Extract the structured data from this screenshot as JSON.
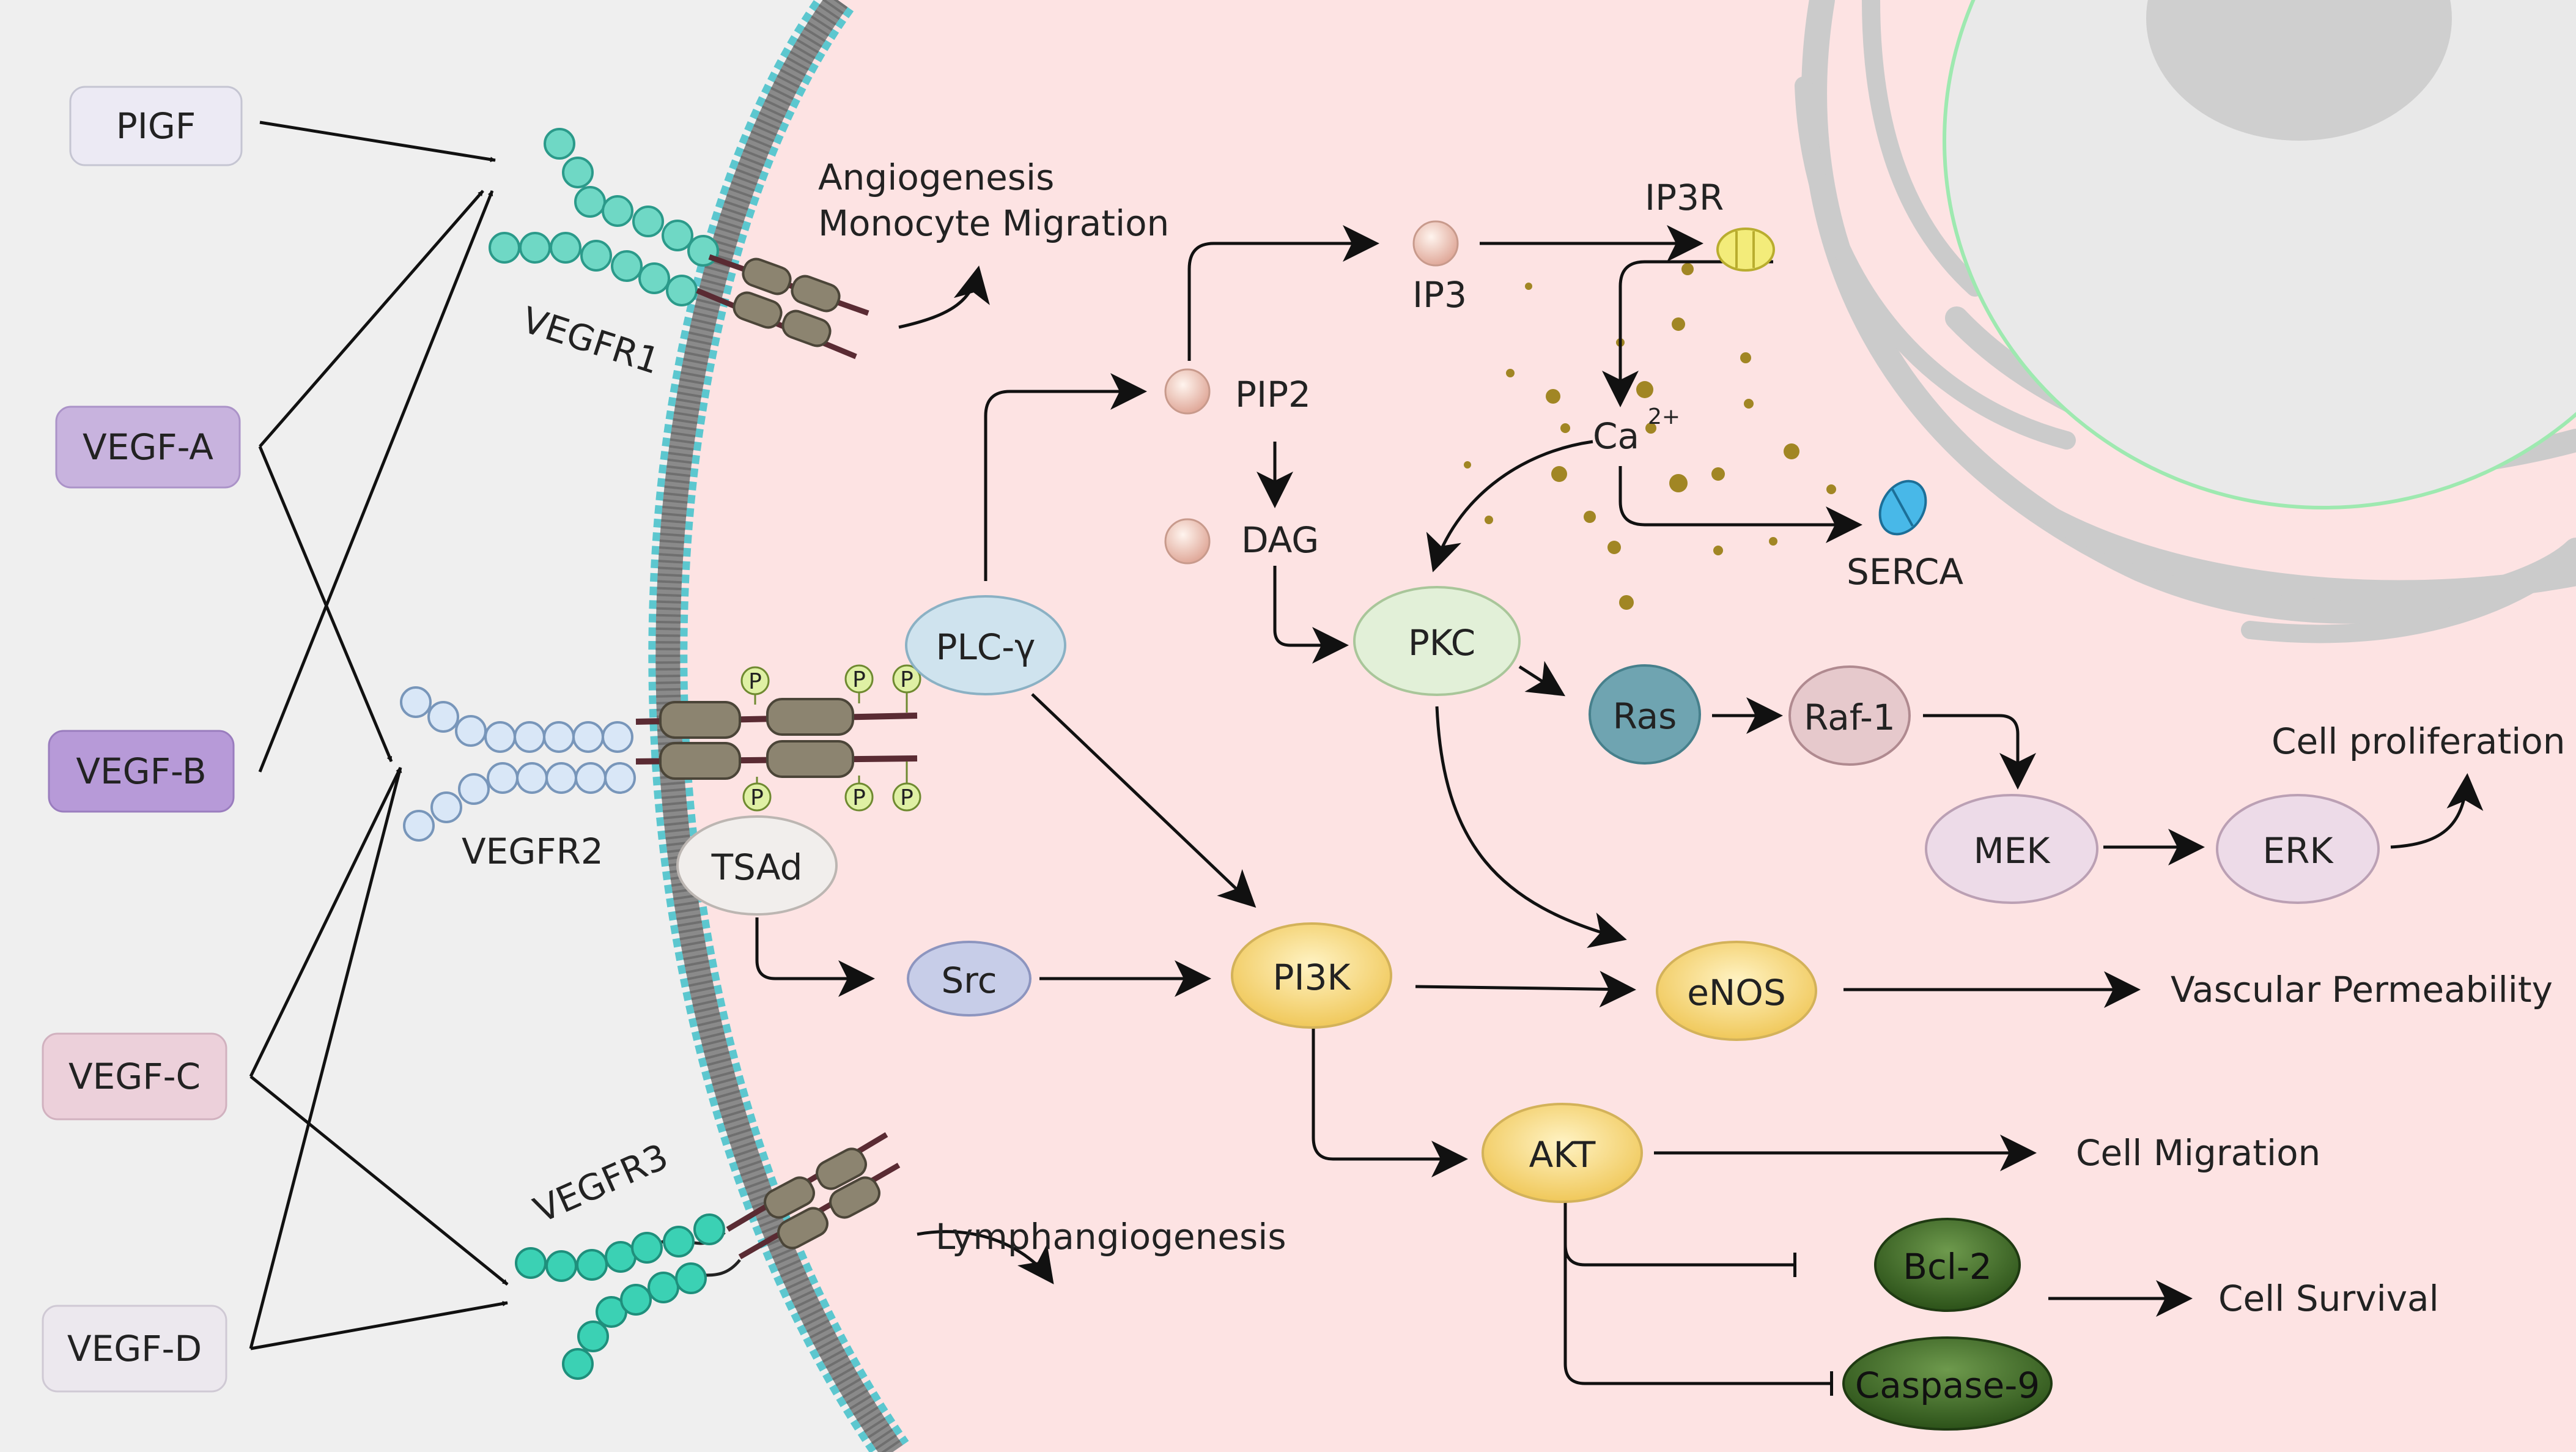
{
  "ligands": [
    {
      "id": "pigf",
      "label": "PIGF",
      "fill": "#eceaf4"
    },
    {
      "id": "vegfa",
      "label": "VEGF-A",
      "fill": "#c8b3de"
    },
    {
      "id": "vegfb",
      "label": "VEGF-B",
      "fill": "#b79ad8"
    },
    {
      "id": "vegfc",
      "label": "VEGF-C",
      "fill": "#ecd0da"
    },
    {
      "id": "vegfd",
      "label": "VEGF-D",
      "fill": "#ece8ee"
    }
  ],
  "receptors": {
    "vegfr1": "VEGFR1",
    "vegfr2": "VEGFR2",
    "vegfr3": "VEGFR3",
    "phospho": "P"
  },
  "nodes": {
    "plcg": "PLC-γ",
    "tsad": "TSAd",
    "src": "Src",
    "pi3k": "PI3K",
    "pip2": "PIP2",
    "dag": "DAG",
    "ip3": "IP3",
    "ip3r": "IP3R",
    "ca": "Ca",
    "ca_sup": "2+",
    "serca": "SERCA",
    "pkc": "PKC",
    "ras": "Ras",
    "raf1": "Raf-1",
    "mek": "MEK",
    "erk": "ERK",
    "enos": "eNOS",
    "akt": "AKT",
    "bcl2": "Bcl-2",
    "casp9": "Caspase-9"
  },
  "outcomes": {
    "angio1": "Angiogenesis",
    "angio2": "Monocyte Migration",
    "lymph": "Lymphangiogenesis",
    "proliferation": "Cell proliferation",
    "permeability": "Vascular Permeability",
    "migration": "Cell Migration",
    "survival": "Cell Survival"
  },
  "colors": {
    "background": "#efefef",
    "cytoplasm": "#fde3e3",
    "membrane": "#5cc7cf",
    "nucleus": "#e8e8e8",
    "pkc": "#e2f0d8",
    "plcg": "#cfe3ee",
    "yellow_node": "#f5d778",
    "ras": "#6fa4b1",
    "raf": "#e6c9cc",
    "mek_erk": "#eddbe8",
    "bcl": "#3f6b2c"
  }
}
